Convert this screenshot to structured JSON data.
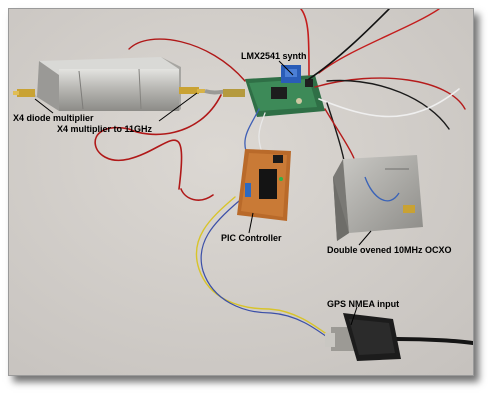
{
  "labels": {
    "x4_diode": "X4 diode multiplier",
    "x4_mult": "X4 multiplier to 11GHz",
    "lmx": "LMX2541 synth",
    "pic": "PIC Controller",
    "ocxo": "Double ovened 10MHz OCXO",
    "gps": "GPS NMEA input"
  }
}
